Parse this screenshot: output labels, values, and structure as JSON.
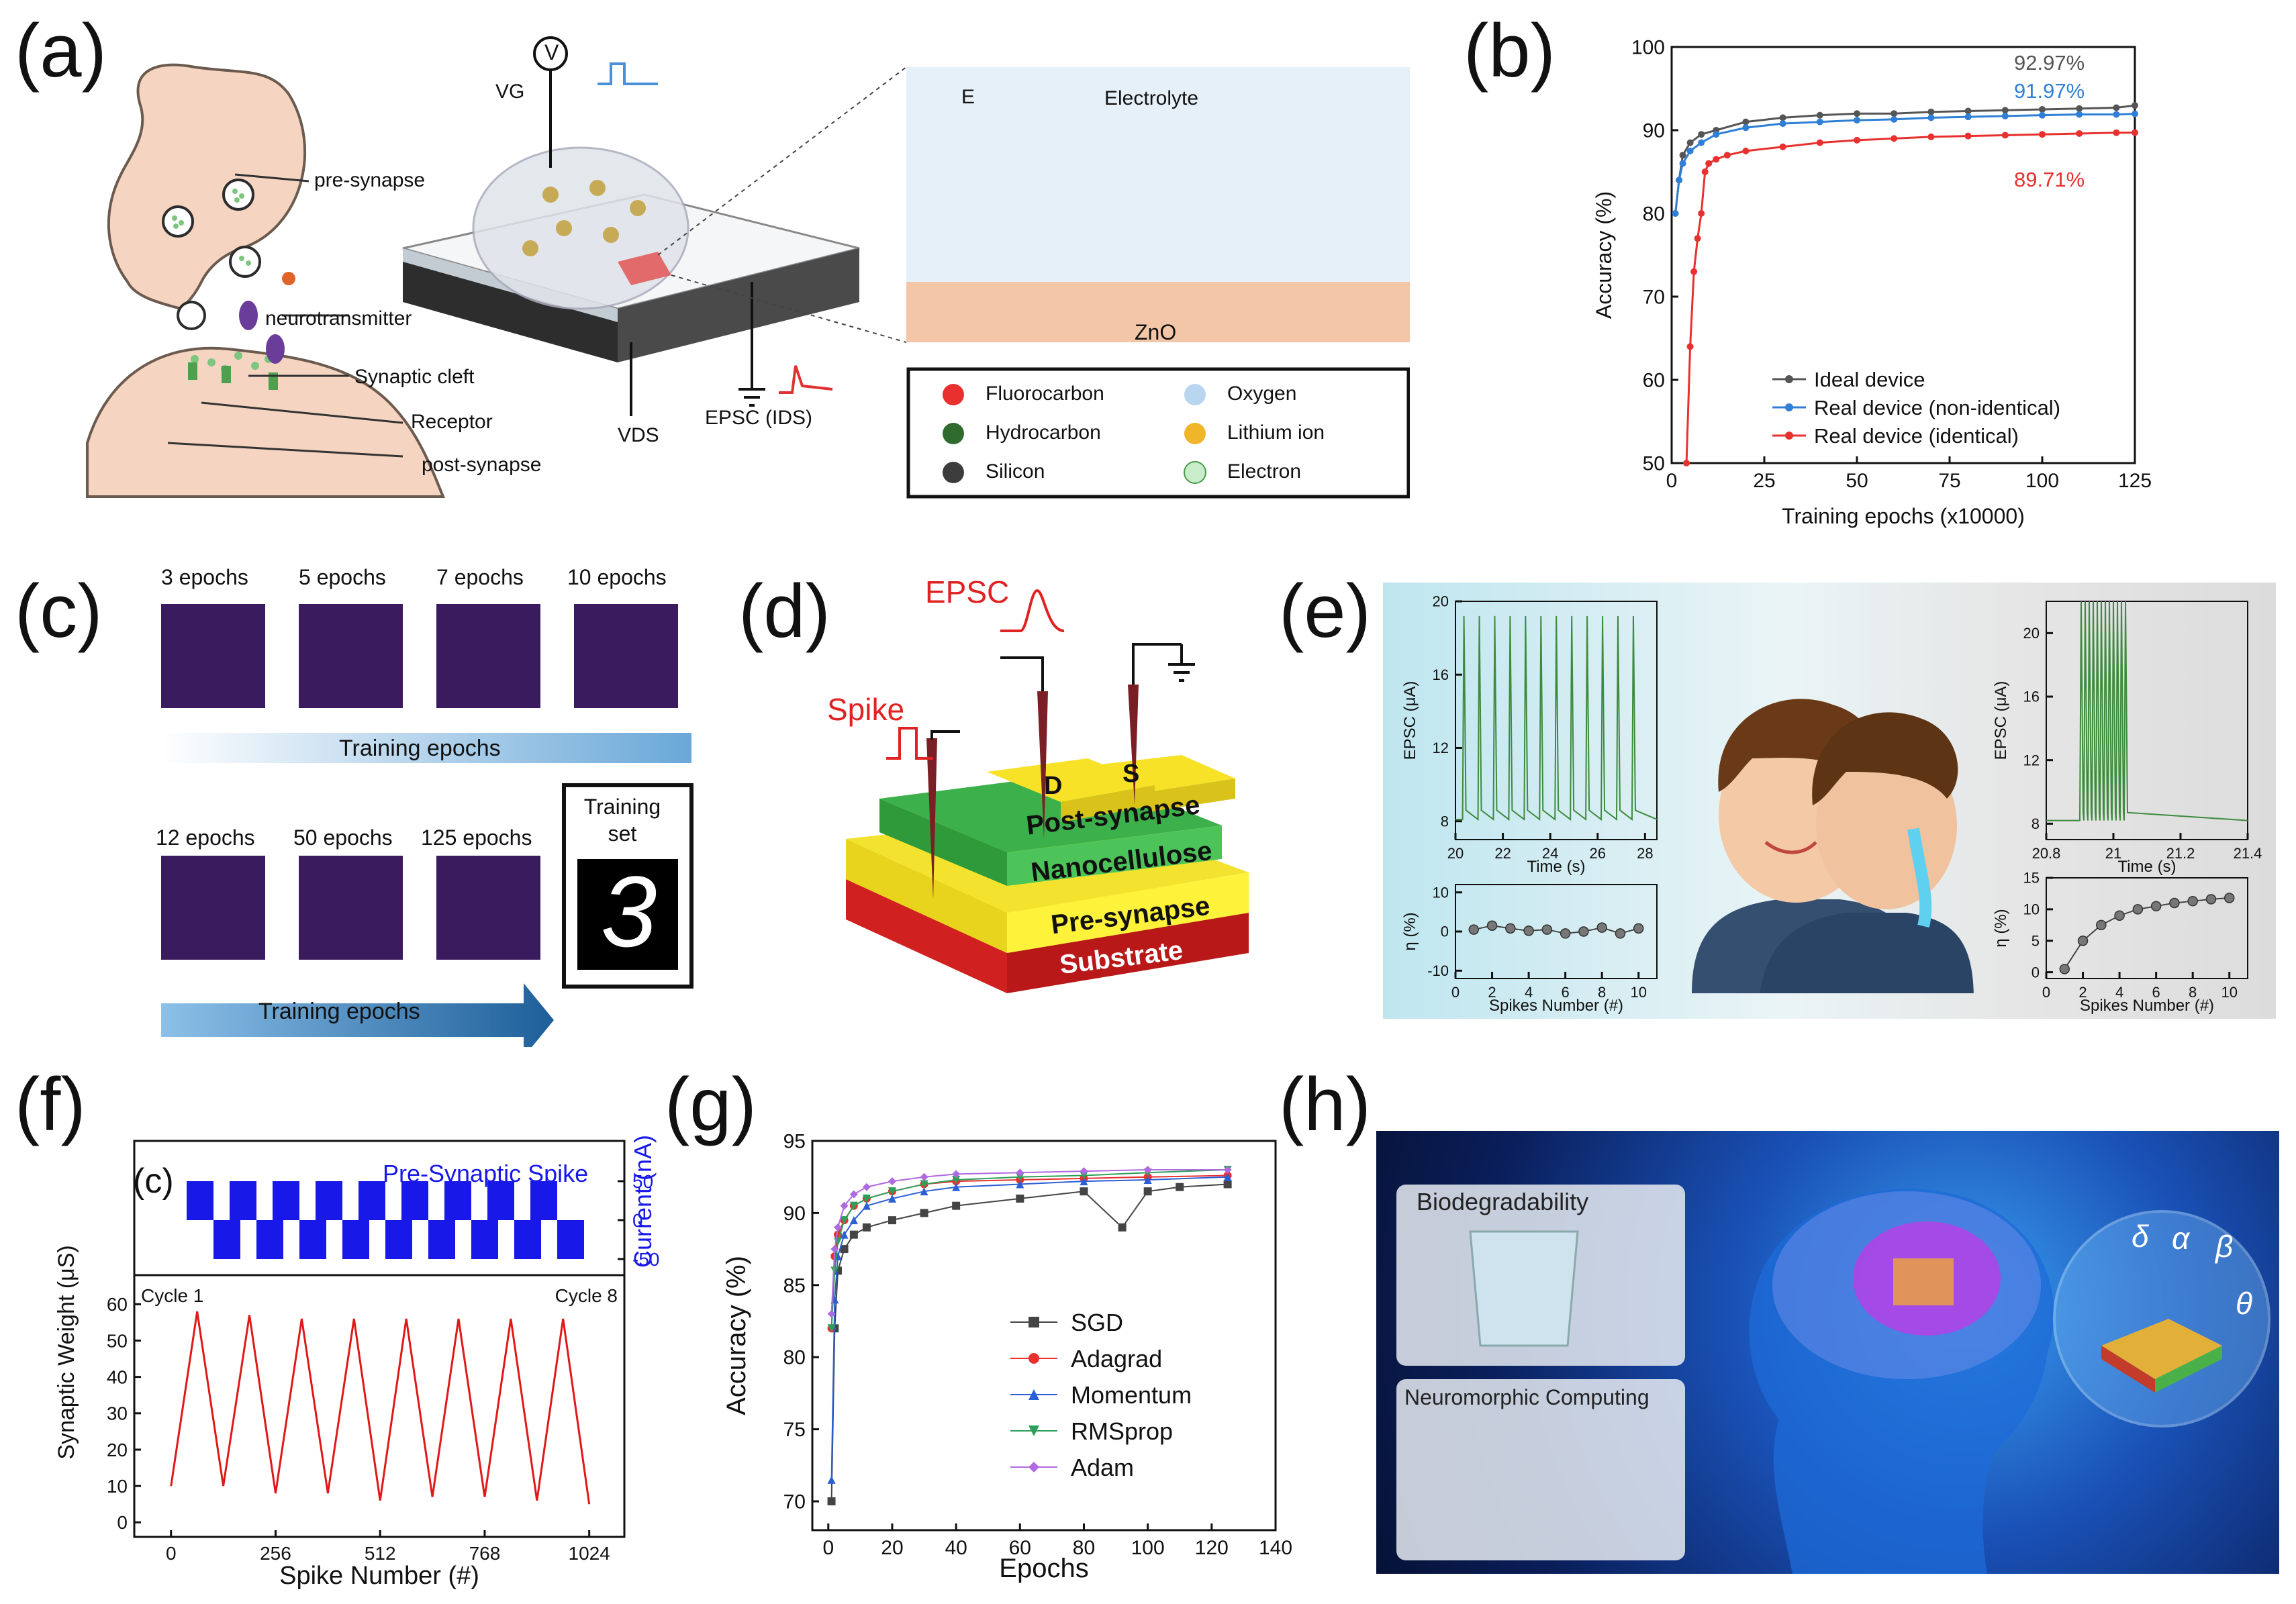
{
  "panel_labels": {
    "a": "(a)",
    "b": "(b)",
    "c": "(c)",
    "d": "(d)",
    "e": "(e)",
    "f": "(f)",
    "g": "(g)",
    "h": "(h)"
  },
  "panel_a": {
    "vg": "VG",
    "v_symbol": "V",
    "pre_synapse": "pre-synapse",
    "neurotransmitter": "neurotransmitter",
    "synaptic_cleft": "Synaptic cleft",
    "receptor": "Receptor",
    "post_synapse": "post-synapse",
    "vds": "VDS",
    "epsc": "EPSC (IDS)",
    "electrolyte": "Electrolyte",
    "e_field": "E",
    "zno": "ZnO",
    "legend": [
      "Fluorocarbon",
      "Oxygen",
      "Hydrocarbon",
      "Lithium ion",
      "Silicon",
      "Electron"
    ],
    "colors": {
      "fluorocarbon": "#e8302e",
      "hydrocarbon": "#2f6b2f",
      "silicon": "#3c3c3c",
      "oxygen": "#b8d6ef",
      "lithium": "#f0b52a",
      "electron": "#c9eccb"
    }
  },
  "panel_b": {
    "annotations": [
      "92.97%",
      "91.97%",
      "89.71%"
    ],
    "annotation_colors": [
      "#555555",
      "#2f7fd6",
      "#e8302e"
    ]
  },
  "chart_data": [
    {
      "type": "line",
      "panel": "b",
      "xlabel": "Training epochs (x10000)",
      "ylabel": "Accuracy (%)",
      "xlim": [
        0,
        125
      ],
      "ylim": [
        50,
        100
      ],
      "xticks": [
        0,
        25,
        50,
        75,
        100,
        125
      ],
      "yticks": [
        50,
        60,
        70,
        80,
        90,
        100
      ],
      "legend_position": "bottom-left",
      "series": [
        {
          "name": "Ideal device",
          "color": "#555555",
          "x": [
            1,
            2,
            3,
            5,
            8,
            12,
            20,
            30,
            40,
            50,
            60,
            70,
            80,
            90,
            100,
            110,
            120,
            125
          ],
          "values": [
            80,
            84,
            87,
            88.5,
            89.5,
            90,
            91,
            91.5,
            91.8,
            92,
            92,
            92.2,
            92.3,
            92.4,
            92.5,
            92.6,
            92.7,
            92.97
          ]
        },
        {
          "name": "Real device (non-identical)",
          "color": "#2f7fd6",
          "x": [
            1,
            2,
            3,
            5,
            8,
            12,
            20,
            30,
            40,
            50,
            60,
            70,
            80,
            90,
            100,
            110,
            120,
            125
          ],
          "values": [
            80,
            84,
            86,
            87.5,
            88.5,
            89.5,
            90.3,
            90.8,
            91,
            91.2,
            91.3,
            91.5,
            91.6,
            91.7,
            91.8,
            91.9,
            91.9,
            91.97
          ]
        },
        {
          "name": "Real device (identical)",
          "color": "#e8302e",
          "x": [
            4,
            5,
            6,
            7,
            8,
            9,
            10,
            12,
            15,
            20,
            30,
            40,
            50,
            60,
            70,
            80,
            90,
            100,
            110,
            120,
            125
          ],
          "values": [
            50,
            64,
            73,
            77,
            80,
            85,
            86,
            86.5,
            87,
            87.5,
            88,
            88.5,
            88.8,
            89,
            89.2,
            89.3,
            89.4,
            89.5,
            89.6,
            89.7,
            89.71
          ]
        }
      ]
    },
    {
      "type": "line",
      "panel": "e-left",
      "xlabel": "Time (s)",
      "ylabel": "EPSC (μA)",
      "xlim": [
        20,
        28.5
      ],
      "ylim": [
        7,
        20
      ],
      "xticks": [
        20,
        22,
        24,
        26,
        28
      ],
      "yticks": [
        8,
        12,
        16,
        20
      ],
      "series": [
        {
          "name": "",
          "color": "#3d8b3d",
          "spike_times": [
            20.3,
            20.95,
            21.6,
            22.25,
            22.9,
            23.55,
            24.2,
            24.85,
            25.5,
            26.15,
            26.8,
            27.45
          ],
          "baseline": 8.1,
          "peak": 19.2
        }
      ]
    },
    {
      "type": "scatter",
      "panel": "e-left-bottom",
      "xlabel": "Spikes Number (#)",
      "ylabel": "η (%)",
      "xlim": [
        0,
        11
      ],
      "ylim": [
        -12,
        12
      ],
      "xticks": [
        0,
        2,
        4,
        6,
        8,
        10
      ],
      "yticks": [
        -10,
        0,
        10
      ],
      "series": [
        {
          "name": "",
          "x": [
            1,
            2,
            3,
            4,
            5,
            6,
            7,
            8,
            9,
            10
          ],
          "values": [
            0.5,
            1.5,
            0.8,
            0.2,
            0.5,
            -0.5,
            0,
            1,
            -0.5,
            0.8
          ]
        }
      ]
    },
    {
      "type": "line",
      "panel": "e-right",
      "xlabel": "Time (s)",
      "ylabel": "EPSC (μA)",
      "xlim": [
        20.8,
        21.4
      ],
      "ylim": [
        7,
        22
      ],
      "xticks": [
        20.8,
        21.0,
        21.2,
        21.4
      ],
      "yticks": [
        8,
        12,
        16,
        20
      ],
      "series": [
        {
          "name": "",
          "color": "#3d8b3d",
          "spike_times": [
            20.9,
            20.912,
            20.924,
            20.936,
            20.948,
            20.96,
            20.972,
            20.984,
            20.996,
            21.008,
            21.02,
            21.032
          ],
          "baseline": 8.2,
          "peak": 22
        }
      ]
    },
    {
      "type": "scatter",
      "panel": "e-right-bottom",
      "xlabel": "Spikes Number (#)",
      "ylabel": "η (%)",
      "xlim": [
        0,
        11
      ],
      "ylim": [
        -1,
        15
      ],
      "xticks": [
        0,
        2,
        4,
        6,
        8,
        10
      ],
      "yticks": [
        0,
        5,
        10,
        15
      ],
      "series": [
        {
          "name": "",
          "x": [
            1,
            2,
            3,
            4,
            5,
            6,
            7,
            8,
            9,
            10
          ],
          "values": [
            0.5,
            5,
            7.5,
            9,
            10,
            10.5,
            11,
            11.3,
            11.6,
            11.8
          ]
        }
      ]
    },
    {
      "type": "line",
      "panel": "f",
      "xlabel": "Spike Number (#)",
      "ylabel": "Synaptic Weight (μS)",
      "ylabel_right": "Current (nA)",
      "xticks": [
        0,
        256,
        512,
        768,
        1024
      ],
      "yticks": [
        0,
        10,
        20,
        30,
        40,
        50,
        60
      ],
      "current_ticks": [
        50,
        0,
        -50
      ],
      "xlim": [
        -90,
        1110
      ],
      "ylim": [
        -4,
        68
      ],
      "annotations": [
        "Cycle 1",
        "Cycle 8"
      ],
      "series": [
        {
          "name": "",
          "color": "#e01818",
          "x": [
            0,
            64,
            128,
            192,
            256,
            320,
            384,
            448,
            512,
            576,
            640,
            704,
            768,
            832,
            896,
            960,
            1024
          ],
          "values": [
            10,
            58,
            10,
            57,
            8,
            56,
            8,
            56,
            6,
            56,
            7,
            56,
            7,
            56,
            6,
            56,
            5
          ]
        }
      ]
    },
    {
      "type": "line",
      "panel": "g",
      "xlabel": "Epochs",
      "ylabel": "Accuracy (%)",
      "xlim": [
        -5,
        140
      ],
      "ylim": [
        68,
        95
      ],
      "xticks": [
        0,
        20,
        40,
        60,
        80,
        100,
        120,
        140
      ],
      "yticks": [
        70,
        75,
        80,
        85,
        90,
        95
      ],
      "legend_position": "center-right",
      "series": [
        {
          "name": "SGD",
          "color": "#444444",
          "marker": "square",
          "x": [
            1,
            2,
            3,
            5,
            8,
            12,
            20,
            30,
            40,
            60,
            80,
            92,
            100,
            110,
            125
          ],
          "values": [
            70,
            82,
            86,
            87.5,
            88.5,
            89,
            89.5,
            90,
            90.5,
            91,
            91.5,
            89,
            91.5,
            91.8,
            92
          ]
        },
        {
          "name": "Adagrad",
          "color": "#e8302e",
          "marker": "circle",
          "x": [
            1,
            2,
            3,
            5,
            8,
            12,
            20,
            30,
            40,
            60,
            80,
            100,
            125
          ],
          "values": [
            82,
            87,
            88.5,
            89.5,
            90.5,
            91,
            91.5,
            92,
            92.2,
            92.3,
            92.4,
            92.5,
            92.6
          ]
        },
        {
          "name": "Momentum",
          "color": "#2b5fd6",
          "marker": "triangle-up",
          "x": [
            1,
            2,
            3,
            5,
            8,
            12,
            20,
            30,
            40,
            60,
            80,
            100,
            125
          ],
          "values": [
            71.5,
            84,
            87,
            88.5,
            89.5,
            90.5,
            91,
            91.5,
            91.8,
            92,
            92.2,
            92.3,
            92.5
          ]
        },
        {
          "name": "RMSprop",
          "color": "#2ca05a",
          "marker": "triangle-down",
          "x": [
            1,
            2,
            3,
            5,
            8,
            12,
            20,
            30,
            40,
            60,
            80,
            100,
            125
          ],
          "values": [
            82,
            86,
            88,
            89.5,
            90.5,
            91,
            91.5,
            92,
            92.3,
            92.5,
            92.6,
            92.8,
            93
          ]
        },
        {
          "name": "Adam",
          "color": "#b06ae0",
          "marker": "diamond",
          "x": [
            1,
            2,
            3,
            5,
            8,
            12,
            20,
            30,
            40,
            60,
            80,
            100,
            125
          ],
          "values": [
            83,
            87.5,
            89,
            90.5,
            91.3,
            91.8,
            92.2,
            92.5,
            92.7,
            92.8,
            92.9,
            93,
            93
          ]
        }
      ]
    }
  ],
  "panel_c": {
    "top_labels": [
      "3 epochs",
      "5 epochs",
      "7 epochs",
      "10 epochs"
    ],
    "bottom_labels": [
      "12 epochs",
      "50 epochs",
      "125 epochs"
    ],
    "training_set": "Training set",
    "arrow_label_top": "Training epochs",
    "arrow_label_bottom": "Training epochs"
  },
  "panel_d": {
    "epsc": "EPSC",
    "spike": "Spike",
    "d": "D",
    "s": "S",
    "post": "Post-synapse",
    "nano": "Nanocellulose",
    "pre": "Pre-synapse",
    "substrate": "Substrate"
  },
  "panel_f": {
    "inset": "(c)",
    "pre_spike": "Pre-Synaptic Spike"
  },
  "panel_h": {
    "bio": "Biodegradability",
    "neuro": "Neuromorphic Computing",
    "greek": [
      "δ",
      "α",
      "β",
      "θ"
    ]
  }
}
